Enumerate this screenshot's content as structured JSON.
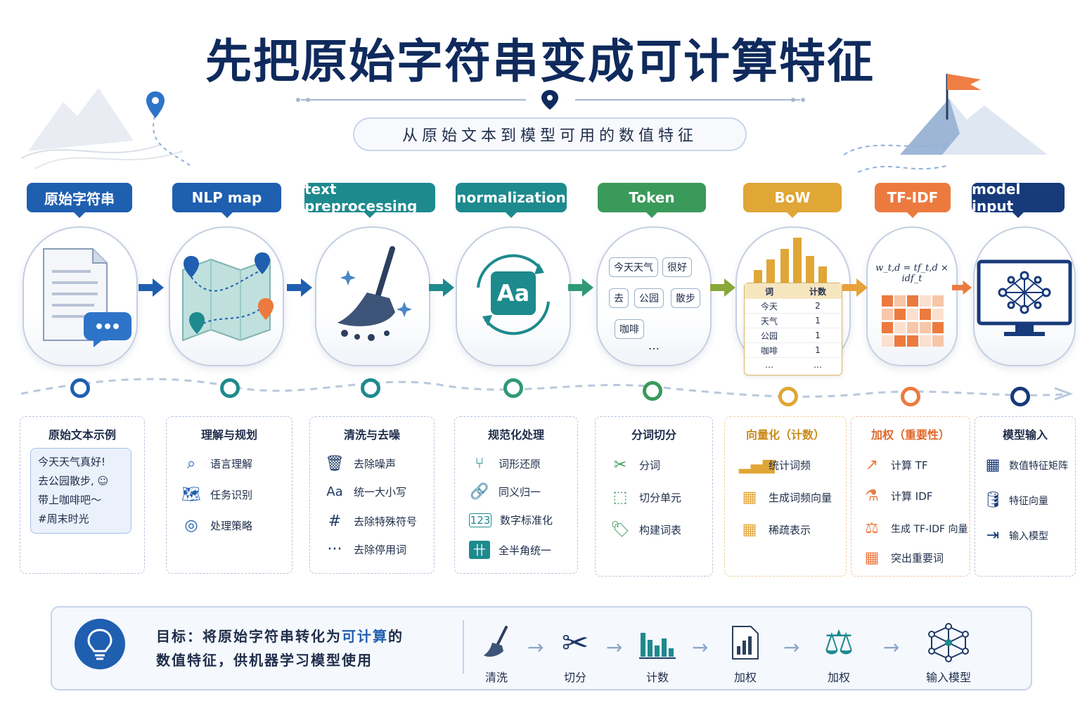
{
  "title": "先把原始字符串变成可计算特征",
  "subtitle": "从原始文本到模型可用的数值特征",
  "stages": [
    {
      "tab": "原始字符串",
      "color": "#1f5fb0",
      "card_title": "原始文本示例",
      "items": []
    },
    {
      "tab": "NLP map",
      "color": "#1f5fb0",
      "card_title": "理解与规划",
      "items": [
        "语言理解",
        "任务识别",
        "处理策略"
      ]
    },
    {
      "tab": "text preprocessing",
      "color": "#1d8a8e",
      "card_title": "清洗与去噪",
      "items": [
        "去除噪声",
        "统一大小写",
        "去除特殊符号",
        "去除停用词"
      ]
    },
    {
      "tab": "normalization",
      "color": "#1d8a8e",
      "card_title": "规范化处理",
      "items": [
        "词形还原",
        "同义归一",
        "数字标准化",
        "全半角统一"
      ]
    },
    {
      "tab": "Token",
      "color": "#3a9a5a",
      "card_title": "分词切分",
      "items": [
        "分词",
        "切分单元",
        "构建词表"
      ]
    },
    {
      "tab": "BoW",
      "color": "#e0a636",
      "card_title": "向量化（计数）",
      "items": [
        "统计词频",
        "生成词频向量",
        "稀疏表示"
      ]
    },
    {
      "tab": "TF-IDF",
      "color": "#ec7a3f",
      "card_title": "加权（重要性）",
      "items": [
        "计算 TF",
        "计算 IDF",
        "生成 TF-IDF 向量",
        "突出重要词"
      ]
    },
    {
      "tab": "model input",
      "color": "#173a7a",
      "card_title": "模型输入",
      "items": [
        "数值特征矩阵",
        "特征向量",
        "输入模型"
      ]
    }
  ],
  "example_text": [
    "今天天气真好!",
    "去公园散步, ☺",
    "带上咖啡吧～",
    "#周末时光"
  ],
  "token_chips": [
    "今天天气",
    "很好",
    "去",
    "公园",
    "散步",
    "咖啡",
    "…"
  ],
  "bow_table": {
    "headers": [
      "词",
      "计数"
    ],
    "rows": [
      [
        "今天",
        "2"
      ],
      [
        "天气",
        "1"
      ],
      [
        "公园",
        "1"
      ],
      [
        "咖啡",
        "1"
      ],
      [
        "…",
        "…"
      ]
    ]
  },
  "tfidf_formula": "w_t,d = tf_t,d × idf_t",
  "normalization_glyph": "Aa",
  "goal": {
    "line1_prefix": "目标：将原始字符串转化为",
    "line1_highlight": "可计算",
    "line1_suffix": "的",
    "line2": "数值特征，供机器学习模型使用"
  },
  "flow": [
    "清洗",
    "切分",
    "计数",
    "加权",
    "加权",
    "输入模型"
  ],
  "colors": {
    "title": "#0f2a5c",
    "blue": "#1f5fb0",
    "teal": "#1d8a8e",
    "green": "#3a9a5a",
    "gold": "#e0a636",
    "orange": "#ec7a3f",
    "navy": "#173a7a"
  }
}
